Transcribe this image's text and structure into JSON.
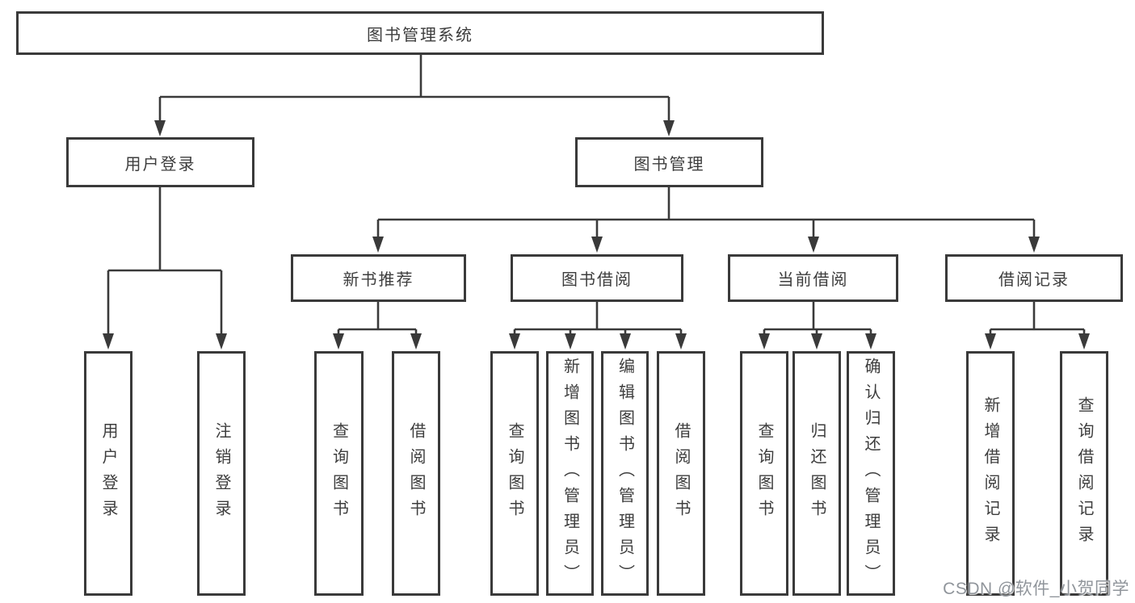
{
  "tree": {
    "root": "图书管理系统",
    "branches": [
      {
        "label": "用户登录",
        "leaves": [
          "用户登录",
          "注销登录"
        ]
      },
      {
        "label": "图书管理",
        "modules": [
          {
            "label": "新书推荐",
            "leaves": [
              "查询图书",
              "借阅图书"
            ]
          },
          {
            "label": "图书借阅",
            "leaves": [
              "查询图书",
              "新增图书（管理员）",
              "编辑图书（管理员）",
              "借阅图书"
            ]
          },
          {
            "label": "当前借阅",
            "leaves": [
              "查询图书",
              "归还图书",
              "确认归还（管理员）"
            ]
          },
          {
            "label": "借阅记录",
            "leaves": [
              "新增借阅记录",
              "查询借阅记录"
            ]
          }
        ]
      }
    ]
  },
  "watermark": "CSDN @软件_小贺同学",
  "colors": {
    "line": "#3a3a3a",
    "text": "#3d3d3d",
    "background": "#ffffff",
    "watermark": "#8a8f96"
  }
}
